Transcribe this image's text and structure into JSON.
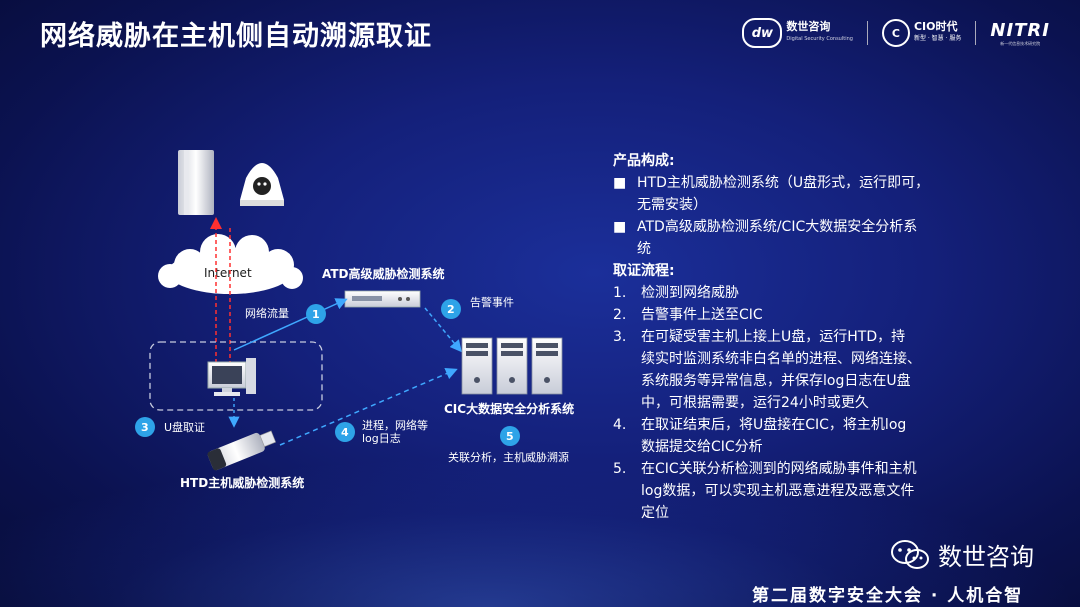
{
  "title": "网络威胁在主机侧自动溯源取证",
  "logos": {
    "logo1_mark": "dw",
    "logo1_name": "数世咨询",
    "logo1_sub": "Digital Security Consulting",
    "logo2_mark": "C",
    "logo2_name": "CIO时代",
    "logo2_sub": "新型 · 智慧 · 服务",
    "logo3_name": "NITRI",
    "logo3_sub": "新一代信息技术研究院"
  },
  "diagram": {
    "internet": "Internet",
    "atd_label": "ATD高级威胁检测系统",
    "cic_label": "CIC大数据安全分析系统",
    "htd_label": "HTD主机威胁检测系统",
    "flow_label": "网络流量",
    "alarm_label": "告警事件",
    "usb_label": "U盘取证",
    "step4_line1": "进程，网络等",
    "step4_line2": "log日志",
    "step5_label": "关联分析，主机威胁溯源",
    "steps": [
      "1",
      "2",
      "3",
      "4",
      "5"
    ]
  },
  "right": {
    "heading1": "产品构成:",
    "bullets": [
      "HTD主机威胁检测系统（U盘形式，运行即可，无需安装）",
      "ATD高级威胁检测系统/CIC大数据安全分析系统"
    ],
    "bullet_lines": [
      [
        "HTD主机威胁检测系统（U盘形式，运行即可，",
        "无需安装）"
      ],
      [
        "ATD高级威胁检测系统/CIC大数据安全分析系",
        "统"
      ]
    ],
    "heading2": "取证流程:",
    "steps": [
      {
        "num": "1.",
        "lines": [
          "检测到网络威胁"
        ]
      },
      {
        "num": "2.",
        "lines": [
          "告警事件上送至CIC"
        ]
      },
      {
        "num": "3.",
        "lines": [
          "在可疑受害主机上接上U盘，运行HTD，持",
          "续实时监测系统非白名单的进程、网络连接、",
          "系统服务等异常信息，并保存log日志在U盘",
          "中，可根据需要，运行24小时或更久"
        ]
      },
      {
        "num": "4.",
        "lines": [
          "在取证结束后，将U盘接在CIC，将主机log",
          "数据提交给CIC分析"
        ]
      },
      {
        "num": "5.",
        "lines": [
          "在CIC关联分析检测到的网络威胁事件和主机",
          "log数据，可以实现主机恶意进程及恶意文件",
          "定位"
        ]
      }
    ]
  },
  "footer": {
    "wechat_name": "数世咨询",
    "conference": "第二届数字安全大会 · 人机合智"
  },
  "colors": {
    "accent": "#2ea3e8",
    "bg_dark": "#0b1250",
    "bg_mid": "#1b2f9a"
  }
}
